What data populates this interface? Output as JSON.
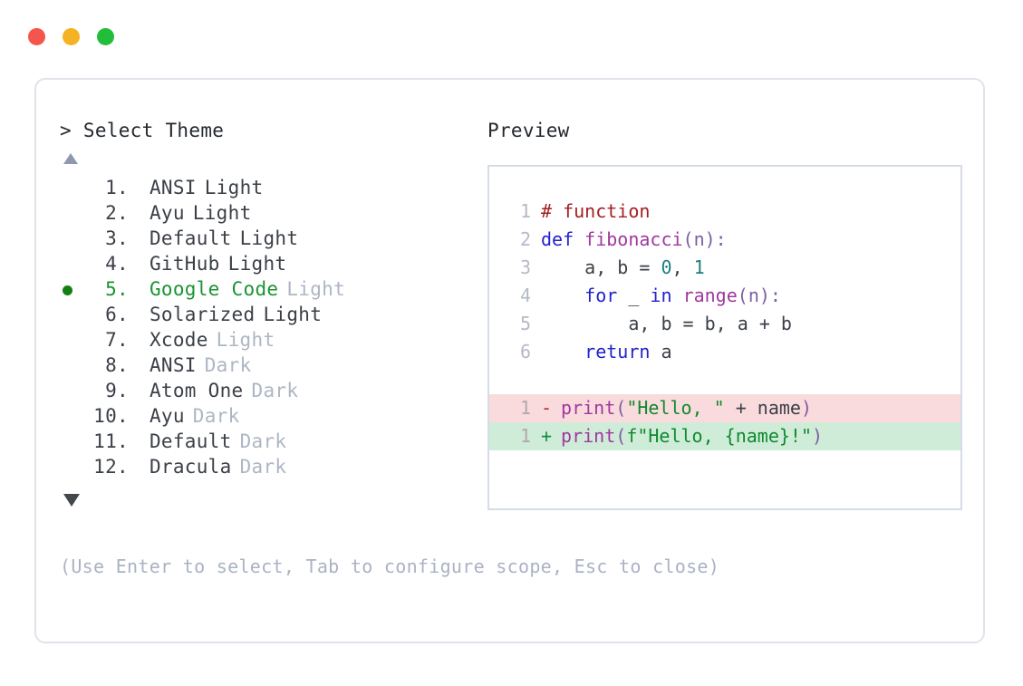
{
  "window": {
    "traffic_lights": [
      {
        "name": "close",
        "color": "#f4564e"
      },
      {
        "name": "minimize",
        "color": "#f5b223"
      },
      {
        "name": "maximize",
        "color": "#22be3a"
      }
    ]
  },
  "left_pane": {
    "title": "> Select Theme",
    "scroll_up_icon": "triangle-up-icon",
    "scroll_down_icon": "triangle-down-icon",
    "selected_index": 5,
    "items": [
      {
        "index": "1.",
        "name": "ANSI",
        "variant": "Light",
        "variant_muted": false,
        "selected": false
      },
      {
        "index": "2.",
        "name": "Ayu",
        "variant": "Light",
        "variant_muted": false,
        "selected": false
      },
      {
        "index": "3.",
        "name": "Default",
        "variant": "Light",
        "variant_muted": false,
        "selected": false
      },
      {
        "index": "4.",
        "name": "GitHub",
        "variant": "Light",
        "variant_muted": false,
        "selected": false
      },
      {
        "index": "5.",
        "name": "Google Code",
        "variant": "Light",
        "variant_muted": true,
        "selected": true
      },
      {
        "index": "6.",
        "name": "Solarized",
        "variant": "Light",
        "variant_muted": false,
        "selected": false
      },
      {
        "index": "7.",
        "name": "Xcode",
        "variant": "Light",
        "variant_muted": true,
        "selected": false
      },
      {
        "index": "8.",
        "name": "ANSI",
        "variant": "Dark",
        "variant_muted": true,
        "selected": false
      },
      {
        "index": "9.",
        "name": "Atom One",
        "variant": "Dark",
        "variant_muted": true,
        "selected": false
      },
      {
        "index": "10.",
        "name": "Ayu",
        "variant": "Dark",
        "variant_muted": true,
        "selected": false
      },
      {
        "index": "11.",
        "name": "Default",
        "variant": "Dark",
        "variant_muted": true,
        "selected": false
      },
      {
        "index": "12.",
        "name": "Dracula",
        "variant": "Dark",
        "variant_muted": true,
        "selected": false
      }
    ]
  },
  "right_pane": {
    "title": "Preview",
    "code_lines": [
      {
        "num": "1",
        "tokens": [
          {
            "t": "# function",
            "c": "tok-comment"
          }
        ]
      },
      {
        "num": "2",
        "tokens": [
          {
            "t": "def ",
            "c": "tok-kw"
          },
          {
            "t": "fibonacci",
            "c": "tok-fn"
          },
          {
            "t": "(n):",
            "c": "tok-punct"
          }
        ]
      },
      {
        "num": "3",
        "tokens": [
          {
            "t": "    a, b = ",
            "c": "tok-plain"
          },
          {
            "t": "0",
            "c": "tok-num"
          },
          {
            "t": ", ",
            "c": "tok-plain"
          },
          {
            "t": "1",
            "c": "tok-num"
          }
        ]
      },
      {
        "num": "4",
        "tokens": [
          {
            "t": "    ",
            "c": "tok-plain"
          },
          {
            "t": "for",
            "c": "tok-kw"
          },
          {
            "t": " _ ",
            "c": "tok-plain"
          },
          {
            "t": "in",
            "c": "tok-kw"
          },
          {
            "t": " ",
            "c": "tok-plain"
          },
          {
            "t": "range",
            "c": "tok-fn"
          },
          {
            "t": "(n):",
            "c": "tok-punct"
          }
        ]
      },
      {
        "num": "5",
        "tokens": [
          {
            "t": "        a, b = b, a + b",
            "c": "tok-plain"
          }
        ]
      },
      {
        "num": "6",
        "tokens": [
          {
            "t": "    ",
            "c": "tok-plain"
          },
          {
            "t": "return",
            "c": "tok-kw"
          },
          {
            "t": " a",
            "c": "tok-plain"
          }
        ]
      }
    ],
    "diff_lines": [
      {
        "num": "1",
        "sign": "-",
        "kind": "diff-del",
        "tokens": [
          {
            "t": "print",
            "c": "tok-fn"
          },
          {
            "t": "(",
            "c": "tok-punct"
          },
          {
            "t": "\"Hello, \"",
            "c": "tok-str"
          },
          {
            "t": " + name",
            "c": "tok-plain"
          },
          {
            "t": ")",
            "c": "tok-punct"
          }
        ]
      },
      {
        "num": "1",
        "sign": "+",
        "kind": "diff-add",
        "tokens": [
          {
            "t": "print",
            "c": "tok-fn"
          },
          {
            "t": "(",
            "c": "tok-punct"
          },
          {
            "t": "f\"Hello, {name}!\"",
            "c": "tok-str"
          },
          {
            "t": ")",
            "c": "tok-punct"
          }
        ]
      }
    ]
  },
  "footer": {
    "hint": "(Use Enter to select, Tab to configure scope, Esc to close)"
  },
  "colors": {
    "selected_green": "#1a9431",
    "bullet_green": "#148014",
    "muted_text": "#aeb6c4",
    "border": "#dfe3ea",
    "preview_border": "#d6dce7",
    "diff_del_bg": "#fadbdd",
    "diff_add_bg": "#cfecd9"
  }
}
